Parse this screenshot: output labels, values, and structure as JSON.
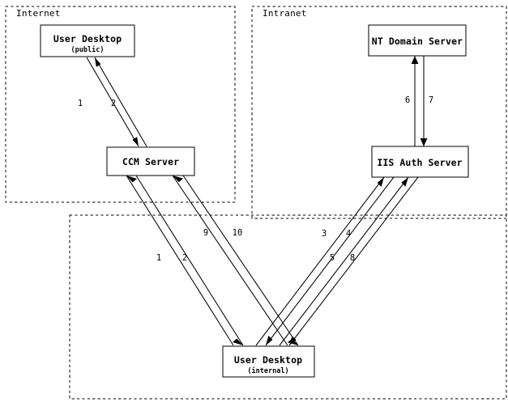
{
  "diagram": {
    "type": "network-authentication-flow",
    "zones": [
      {
        "id": "internet",
        "label": "Internet"
      },
      {
        "id": "intranet",
        "label": "Intranet"
      },
      {
        "id": "internal",
        "label": ""
      }
    ],
    "nodes": [
      {
        "id": "user-desktop-public",
        "title": "User Desktop",
        "subtitle": "(public)"
      },
      {
        "id": "ccm-server",
        "title": "CCM Server",
        "subtitle": ""
      },
      {
        "id": "nt-domain-server",
        "title": "NT Domain Server",
        "subtitle": ""
      },
      {
        "id": "iis-auth-server",
        "title": "IIS Auth Server",
        "subtitle": ""
      },
      {
        "id": "user-desktop-internal",
        "title": "User Desktop",
        "subtitle": "(internal)"
      }
    ],
    "flows": [
      {
        "id": "flow-1-public",
        "step": "1",
        "from": "user-desktop-public",
        "to": "ccm-server"
      },
      {
        "id": "flow-2-public",
        "step": "2",
        "from": "ccm-server",
        "to": "user-desktop-public"
      },
      {
        "id": "flow-1-internal",
        "step": "1",
        "from": "user-desktop-internal",
        "to": "ccm-server"
      },
      {
        "id": "flow-2-internal",
        "step": "2",
        "from": "ccm-server",
        "to": "user-desktop-internal"
      },
      {
        "id": "flow-9",
        "step": "9",
        "from": "user-desktop-internal",
        "to": "ccm-server"
      },
      {
        "id": "flow-10",
        "step": "10",
        "from": "ccm-server",
        "to": "user-desktop-internal"
      },
      {
        "id": "flow-3",
        "step": "3",
        "from": "user-desktop-internal",
        "to": "iis-auth-server"
      },
      {
        "id": "flow-4",
        "step": "4",
        "from": "iis-auth-server",
        "to": "user-desktop-internal"
      },
      {
        "id": "flow-5",
        "step": "5",
        "from": "user-desktop-internal",
        "to": "iis-auth-server"
      },
      {
        "id": "flow-8",
        "step": "8",
        "from": "iis-auth-server",
        "to": "user-desktop-internal"
      },
      {
        "id": "flow-6",
        "step": "6",
        "from": "iis-auth-server",
        "to": "nt-domain-server"
      },
      {
        "id": "flow-7",
        "step": "7",
        "from": "nt-domain-server",
        "to": "iis-auth-server"
      }
    ],
    "colors": {
      "background": "#ffffff",
      "stroke": "#000000",
      "node_fill": "#ffffff"
    }
  }
}
